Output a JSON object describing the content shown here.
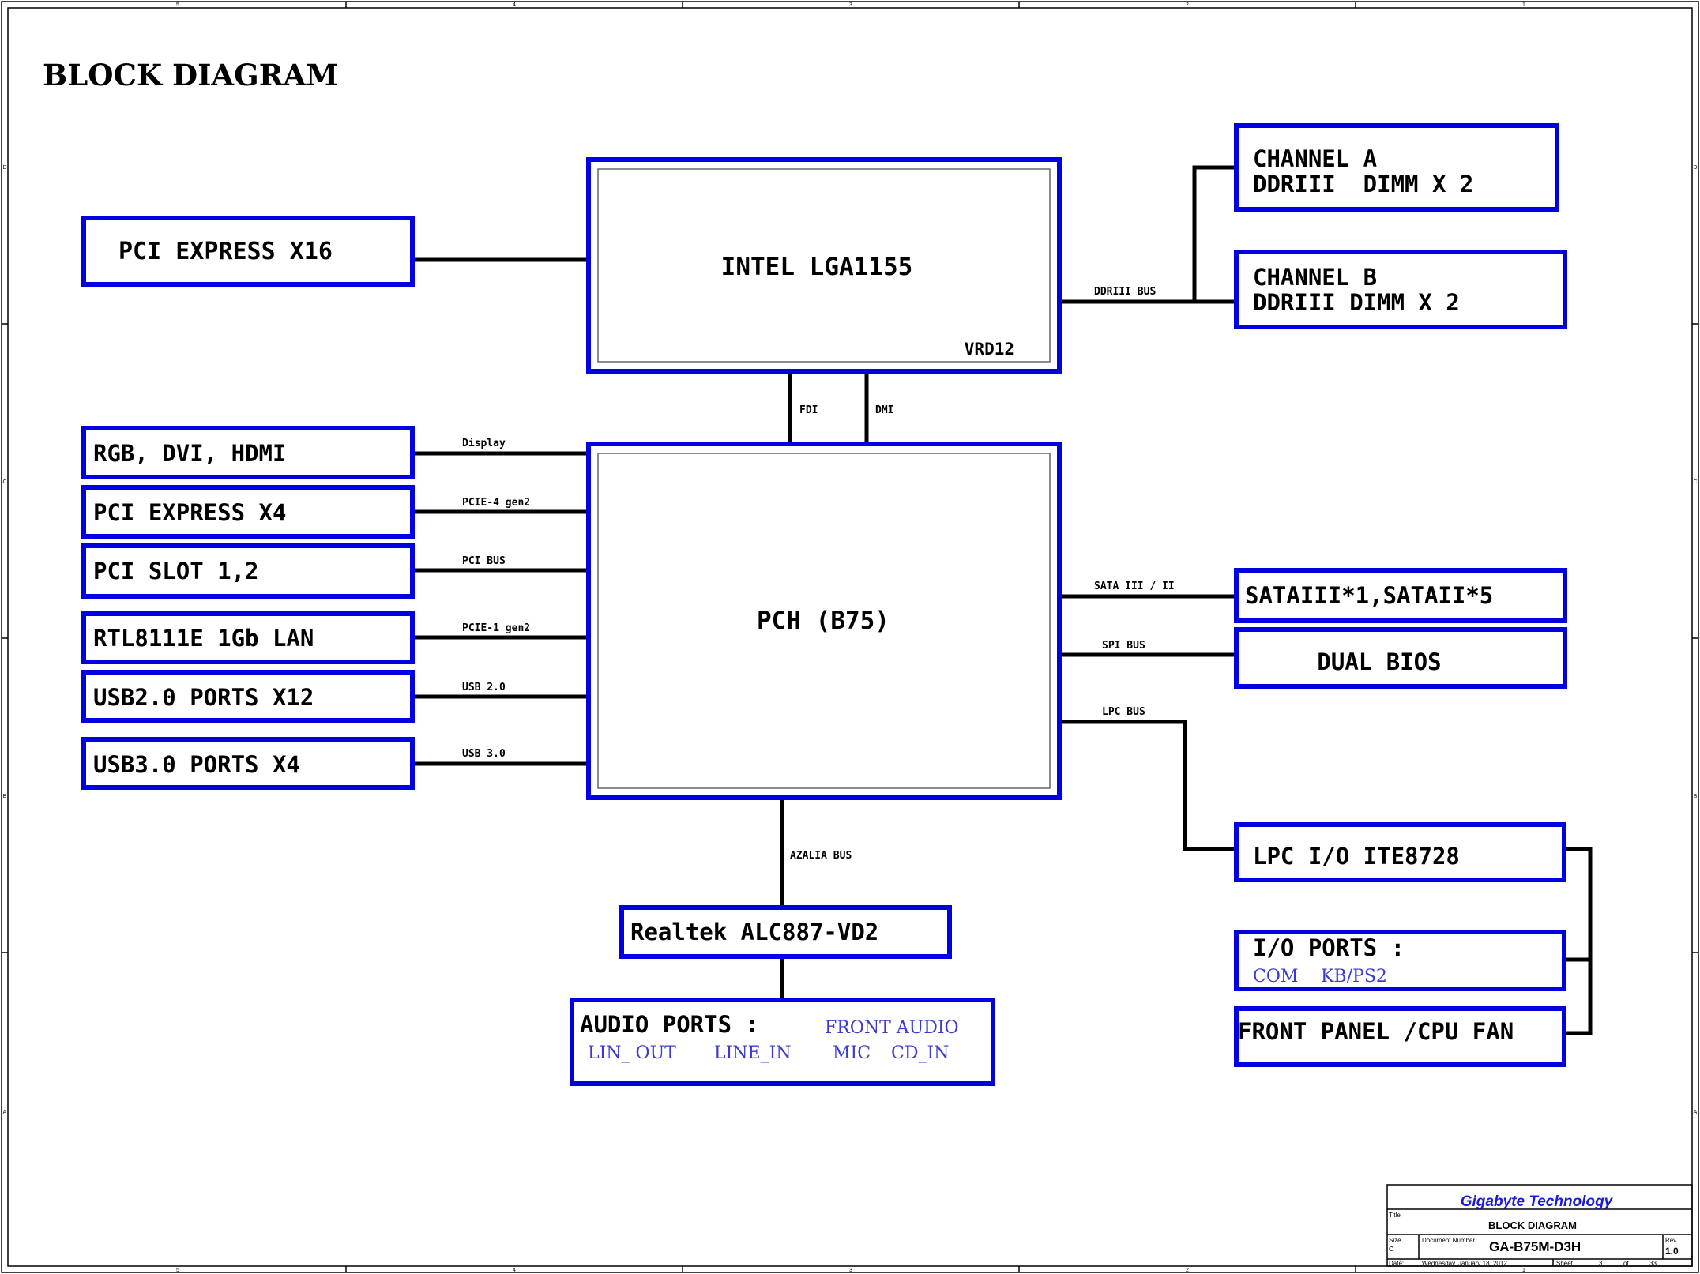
{
  "title": "BLOCK DIAGRAM",
  "colors": {
    "box_border": "#0000e0",
    "wire": "#000000",
    "blue_text": "#3a3ad0"
  },
  "border_ticks": {
    "top": [
      "5",
      "4",
      "3",
      "2",
      "1"
    ],
    "bottom": [
      "5",
      "4",
      "3",
      "2",
      "1"
    ],
    "left": [
      "D",
      "C",
      "B",
      "A"
    ],
    "right": [
      "D",
      "C",
      "B",
      "A"
    ]
  },
  "cpu": {
    "label": "INTEL LGA1155",
    "sublabel": "VRD12"
  },
  "pch": {
    "label": "PCH (B75)"
  },
  "pcie_x16": "PCI EXPRESS X16",
  "memory": {
    "channel_a": [
      "CHANNEL A",
      "DDRIII  DIMM X 2"
    ],
    "channel_b": [
      "CHANNEL B",
      "DDRIII DIMM X 2"
    ],
    "bus_label": "DDRIII BUS"
  },
  "cpu_pch_links": {
    "fdi": "FDI",
    "dmi": "DMI"
  },
  "left_devices": [
    {
      "label": "RGB, DVI, HDMI",
      "bus": "Display"
    },
    {
      "label": "PCI EXPRESS X4",
      "bus": "PCIE-4 gen2"
    },
    {
      "label": "PCI SLOT 1,2",
      "bus": "PCI BUS"
    },
    {
      "label": "RTL8111E 1Gb LAN",
      "bus": "PCIE-1 gen2"
    },
    {
      "label": "USB2.0 PORTS X12",
      "bus": "USB 2.0"
    },
    {
      "label": "USB3.0 PORTS X4",
      "bus": "USB 3.0"
    }
  ],
  "right_devices": {
    "sata": {
      "label": "SATAIII*1,SATAII*5",
      "bus": "SATA III / II"
    },
    "bios": {
      "label": "DUAL BIOS",
      "bus": "SPI BUS"
    },
    "lpc": {
      "label": "LPC I/O ITE8728",
      "bus": "LPC BUS"
    },
    "io_ports": {
      "label": "I/O PORTS :",
      "items": [
        "COM",
        "KB/PS2"
      ]
    },
    "front_panel": {
      "label": "FRONT PANEL /CPU FAN"
    }
  },
  "audio": {
    "codec": "Realtek ALC887-VD2",
    "bus": "AZALIA BUS",
    "ports_label": "AUDIO PORTS :",
    "items": [
      "FRONT AUDIO",
      "LIN_ OUT",
      "LINE_IN",
      "MIC",
      "CD_IN"
    ]
  },
  "title_block": {
    "company": "Gigabyte Technology",
    "title_caption": "Title",
    "title": "BLOCK DIAGRAM",
    "size_caption": "Size",
    "size": "C",
    "docnum_caption": "Document Number",
    "docnum": "GA-B75M-D3H",
    "rev_caption": "Rev",
    "rev": "1.0",
    "date_caption": "Date:",
    "date": "Wednesday, January 18, 2012",
    "sheet_caption": "Sheet",
    "sheet": "3",
    "of_caption": "of",
    "sheet_total": "33"
  }
}
